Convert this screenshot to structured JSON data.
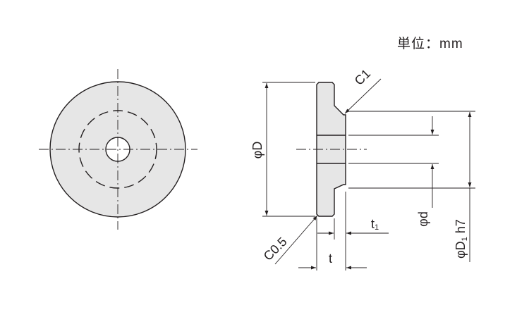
{
  "unit_label": "単位：mm",
  "dimensions": {
    "chamfer_large": "C1",
    "chamfer_small": "C0.5",
    "outer_diameter": "φD",
    "bore_diameter": "φd",
    "boss_diameter": "φD",
    "boss_diameter_sub": "1",
    "boss_tolerance": "h7",
    "thickness": "t",
    "flange_thickness": "t",
    "flange_thickness_sub": "1"
  },
  "colors": {
    "fill": "#e6e6e6",
    "line": "#231f20"
  }
}
